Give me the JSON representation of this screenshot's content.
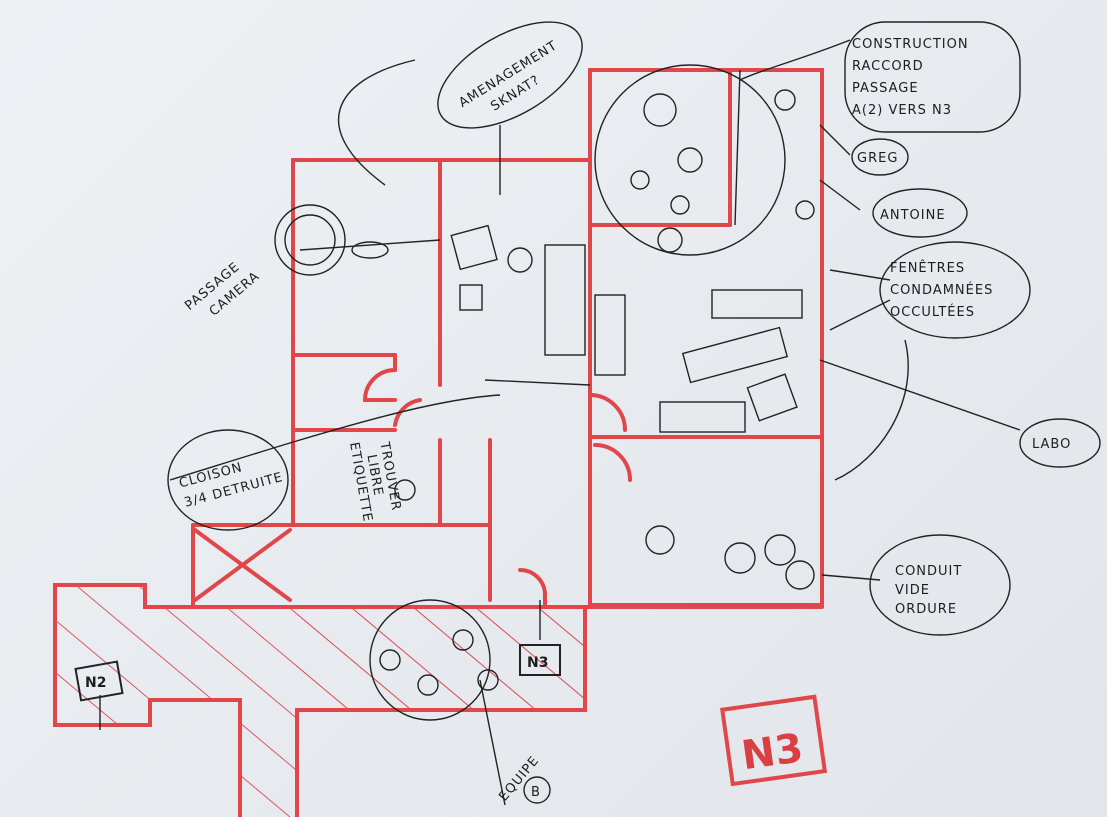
{
  "labels": {
    "amenagement": [
      "AMENAGEMENT",
      "SKNAT?"
    ],
    "construction": [
      "CONSTRUCTION",
      "RACCORD",
      "PASSAGE",
      "A(2) VERS N3"
    ],
    "greg": "GREG",
    "antoine": "ANTOINE",
    "fenetres": [
      "FENÊTRES",
      "CONDAMNÉES",
      "OCCULTÉES"
    ],
    "labo": "LABO",
    "conduit": [
      "CONDUIT",
      "VIDE",
      "ORDURE"
    ],
    "passage_camera": [
      "PASSAGE",
      "CAMERA"
    ],
    "cloison": [
      "CLOISON",
      "3/4 DETRUITE"
    ],
    "trouver": [
      "TROUVER",
      "LIBRE",
      "ETIQUETTE"
    ],
    "equipe": "EQUIPE",
    "equipe_letter": "B",
    "n3_small": "N3",
    "n3_big": "N3",
    "n2": "N2"
  },
  "colors": {
    "wall": "#e0474a",
    "ink": "#1d1d1d",
    "paper": "#eaeef2"
  }
}
